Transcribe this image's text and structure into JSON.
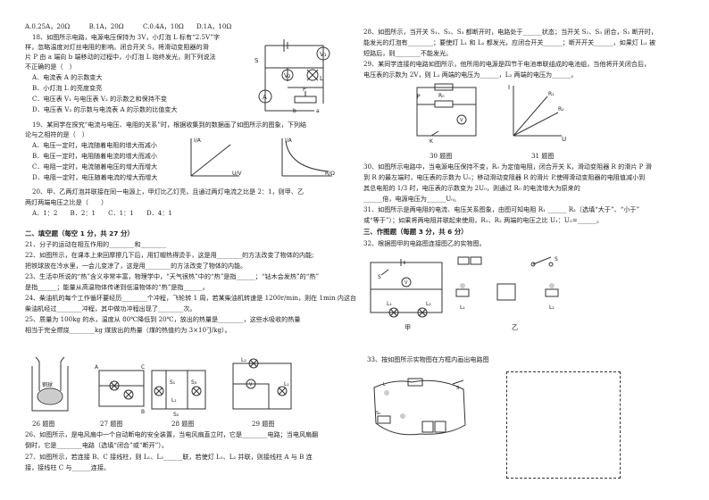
{
  "left": {
    "q17_options": "A.0.25A，20Ω　　　B.1A，20Ω　　　C.0.4A，10Ω　　D.1A，10Ω",
    "q18": [
      "18、如图所示电路，电源电压保持为 3V，小灯泡 L 标有“2.5V”字",
      "样，忽略温度对灯丝电阻的影响。闭合开关 S，将滑动变阻器的滑",
      "片 P 由 a 端向 b 端移动的过程中，小灯泡 L 始终发光，则下列说法",
      "不正确的是（　）",
      "A．电流表 A 的示数变大",
      "B．小灯泡 L 的亮度变亮",
      "C．电压表 V₁ 与电压表 V₂ 的示数之和保持不变",
      "D．电压表 V₂ 的示数与电流表 A 的示数的比值变大"
    ],
    "q19": [
      "19、某同学在探究“电流与电压、电阻的关系”时，根据收集到的数据画了如图所示的图象，下列结",
      "论与之相符的是（　）",
      "A．电压一定时，电流随着电阻的增大而减小",
      "B．电压一定时，电阻随着电流的增大而减小",
      "C．电阻一定时，电流随着电压的增大而增大",
      "D．电阻一定时，电压随着电流的增大而增大"
    ],
    "q20": [
      "20、甲、乙两灯泡并联接在同一电源上，甲灯比乙灯亮，且通过两灯电流之比是 2：1，则甲、乙",
      "两灯两端电压之比是（　　）",
      "A．1：2　　B．2：1　　C．1：1　　D．4：1"
    ],
    "section2_title": "二、填空题（每空 1 分，共 27 分）",
    "fill": [
      "21、分子的运动在相互作用的________和________",
      "22、如图所示，在课本上来回摩擦几下后，用钉帽热得烫手，这是用________的方法改变了物体的内能;",
      "把铁球放在冷水里，一会儿变凉了，这是用________的方法改变了物体的内能。",
      "23、生活中所说的“热”含义非常丰富，物理学中，“天气很热”中的“热”是指______；“钻木会发热”的“热”",
      "是指______；能量从高温物体传递到低温物体的“热”是指______。",
      "24、柴油机的每个工作循环要经历________个冲程，飞轮转 1 周，若某柴油机转速是 1200r/min，则在 1min 内这台",
      "柴油机经过________冲程，其中做功冲程出现了________次。",
      "25、质量为 100kg 的水，温度从 80℃降低到 20℃，放出的热量是________，这些水吸收的热量",
      "相当于完全燃烧________kg 煤放出的热量（煤的热值约为 3×10⁷J/kg）。"
    ],
    "fig_labels": [
      "26 题图",
      "27 题图",
      "28 题图",
      "29 题图"
    ],
    "q26": [
      "26、如图所示，是电风扇中一个自动断电的安全装置，当电风扇直立时，它是________电路；当电风扇翻",
      "倒时，它是________电路（选填“闭合”或“断开”）。"
    ],
    "q27": [
      "27、如图所示，若连接 B、C 接线柱，则 L₁、L₂______联，若使灯 L₁、L₂ 并联，则接线柱 A 与 B 连",
      "接，接线柱 C 与______连接。"
    ]
  },
  "right": {
    "q28": [
      "28、如图所示，当开关 S₁、S₂、S₃ 都断开时，电路处于______状态；当开关 S₁、S₃ 闭合，S₂ 断开时，",
      "能发光的灯泡有________；要使灯 L₁ 和 L₂ 都发光，应闭合开关______；断开开关______，如果灯 L₁ 被",
      "短路后，则________不能发光。"
    ],
    "q29": [
      "29、某同学连接的电路如图所示，他所用的电源是四节干电池串联组成的电池组，当他将开关闭合后，",
      "电压表的示数为 2V，则 L₁ 两端的电压为______，L₂ 两端的电压为______。"
    ],
    "fig_labels": [
      "30 题图",
      "31 题图"
    ],
    "q30": [
      "30、如图所示电路中，当电源电压保持不变，R₀ 为定值电阻，闭合开关 K，滑动变阻器 R 的滑片 P 滑",
      "到 R 的最左端时，电压表的示数为 U₀；移动滑动变阻器 R 的滑片 P,使得滑动变阻器的电阻值减小到",
      "其总电阻的 1/3 时，电压表的示数变为 2U₀，则通过 R₀ 的电流增大为原来的",
      "______倍，电源电压为______U₀。"
    ],
    "q31": [
      "31、如图所示是两电阻的电流、电压关系图象，由图可知电阻 R₁ ______ R₂（选填“大于”、“小于”",
      "或“等于”）；如果将两电阻并联起来使用，R₁、R₂ 两端的电压之比 U₁：U₂=______。"
    ],
    "section3_title": "三、作图题（每题 3 分，共 6 分）",
    "q32": "32、根据图甲的电路图连接图乙的实物图。",
    "q33": "33、按如图所示实物图在方框内画出电路图",
    "jia": "甲",
    "yi": "乙"
  },
  "graph19a": {
    "ylabel": "I/A",
    "xlabel": "U/V"
  },
  "graph19b": {
    "ylabel": "I/A",
    "xlabel": "R/Ω"
  },
  "graph31": {
    "ylabel": "I",
    "xlabel": "U",
    "series": [
      "R₁",
      "R₂"
    ]
  }
}
